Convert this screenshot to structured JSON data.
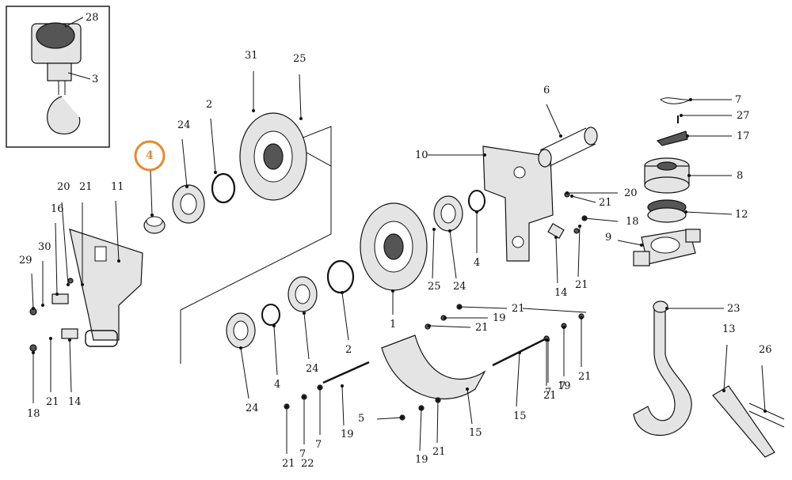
{
  "diagram": {
    "highlight_color": "#e58a2e",
    "highlighted_callout": "4",
    "inset_labels": [
      "28",
      "3"
    ],
    "callouts": [
      "31",
      "25",
      "2",
      "24",
      "4",
      "11",
      "20",
      "21",
      "16",
      "30",
      "29",
      "21",
      "14",
      "18",
      "4",
      "24",
      "2",
      "24",
      "1",
      "25",
      "24",
      "4",
      "10",
      "6",
      "21",
      "20",
      "21",
      "18",
      "14",
      "9",
      "21",
      "19",
      "21",
      "7",
      "7",
      "21",
      "19",
      "15",
      "15",
      "5",
      "19",
      "21",
      "7",
      "7",
      "21",
      "19",
      "21",
      "7",
      "27",
      "17",
      "8",
      "12",
      "23",
      "13",
      "26",
      "22"
    ]
  }
}
